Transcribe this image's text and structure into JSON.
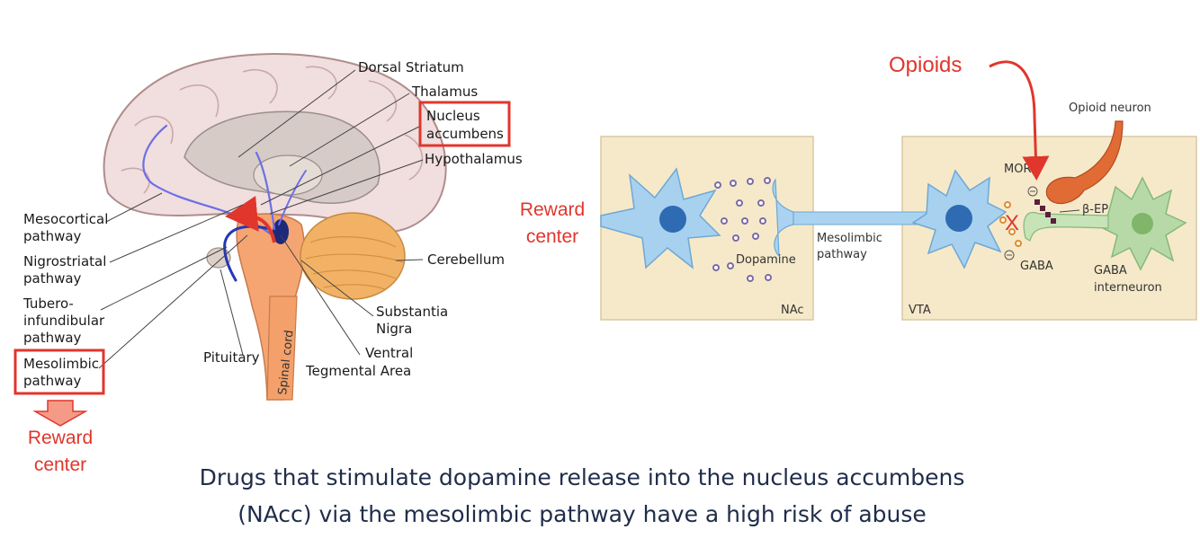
{
  "brain": {
    "labels": {
      "dorsal_striatum": "Dorsal Striatum",
      "thalamus": "Thalamus",
      "nucleus_accumbens_1": "Nucleus",
      "nucleus_accumbens_2": "accumbens",
      "hypothalamus": "Hypothalamus",
      "cerebellum": "Cerebellum",
      "substantia_nigra_1": "Substantia",
      "substantia_nigra_2": "Nigra",
      "vta_1": "Ventral",
      "vta_2": "Tegmental Area",
      "pituitary": "Pituitary",
      "spinal_cord": "Spinal cord",
      "mesocortical_1": "Mesocortical",
      "mesocortical_2": "pathway",
      "nigrostriatal_1": "Nigrostriatal",
      "nigrostriatal_2": "pathway",
      "tubero_1": "Tubero-",
      "tubero_2": "infundibular",
      "tubero_3": "pathway",
      "mesolimbic_1": "Mesolimbic",
      "mesolimbic_2": "pathway"
    },
    "reward_1": "Reward",
    "reward_2": "center"
  },
  "synapse": {
    "opioids": "Opioids",
    "opioid_neuron": "Opioid neuron",
    "mor": "MOR",
    "beta_ep": "β-EP",
    "gaba": "GABA",
    "gaba_interneuron_1": "GABA",
    "gaba_interneuron_2": "interneuron",
    "dopamine": "Dopamine",
    "mesolimbic_1": "Mesolimbic",
    "mesolimbic_2": "pathway",
    "nac": "NAc",
    "vta": "VTA",
    "reward_1": "Reward",
    "reward_2": "center",
    "inhibit_mark": "X"
  },
  "caption": {
    "line1": "Drugs that stimulate dopamine release into the nucleus accumbens",
    "line2": "(NAcc) via the mesolimbic pathway have a high risk of abuse"
  },
  "colors": {
    "highlight_red": "#e0362c",
    "caption_navy": "#1f2d4a",
    "panel_beige": "#f6e9c9",
    "neuron_blue": "#9fcdee",
    "gaba_green": "#b7d9a8",
    "opioid_orange": "#e06b35"
  }
}
